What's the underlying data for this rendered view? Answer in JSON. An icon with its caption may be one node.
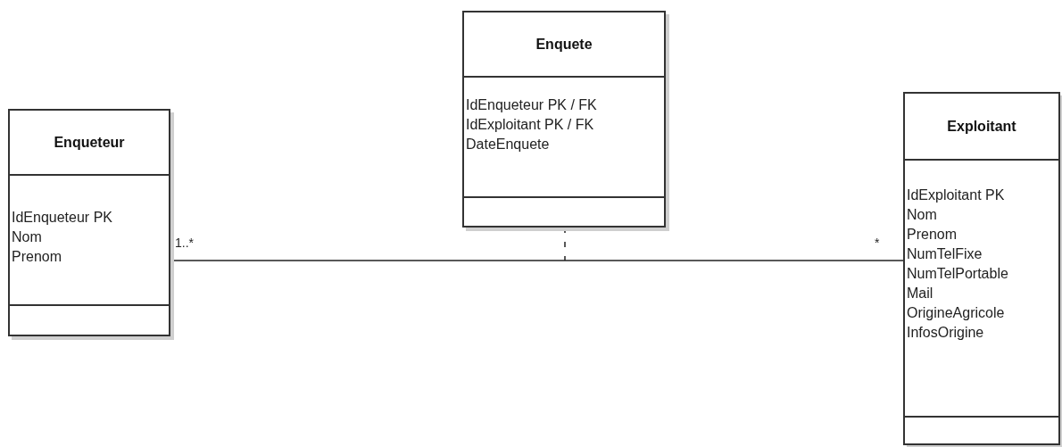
{
  "diagram": {
    "nodes": [
      {
        "text": [
          "Enqueteur",
          "IdEnqueteur PK",
          "Nom",
          "Prenom"
        ]
      },
      {
        "text": [
          "Enquete",
          "IdEnqueteur PK / FK",
          "IdExploitant PK / FK",
          "DateEnquete"
        ]
      },
      {
        "text": [
          "Exploitant",
          "IdExploitant PK",
          "Nom",
          "Prenom",
          "NumTelFixe",
          "NumTelPortable",
          "Mail",
          "OrigineAgricole",
          "InfosOrigine"
        ]
      }
    ],
    "edges": [
      {
        "from": 0,
        "to": 2,
        "arrow": "none"
      },
      {
        "from": 1,
        "to": null,
        "arrow": "none",
        "style": "dashed"
      }
    ],
    "labels": [
      "1..*",
      "*"
    ]
  }
}
